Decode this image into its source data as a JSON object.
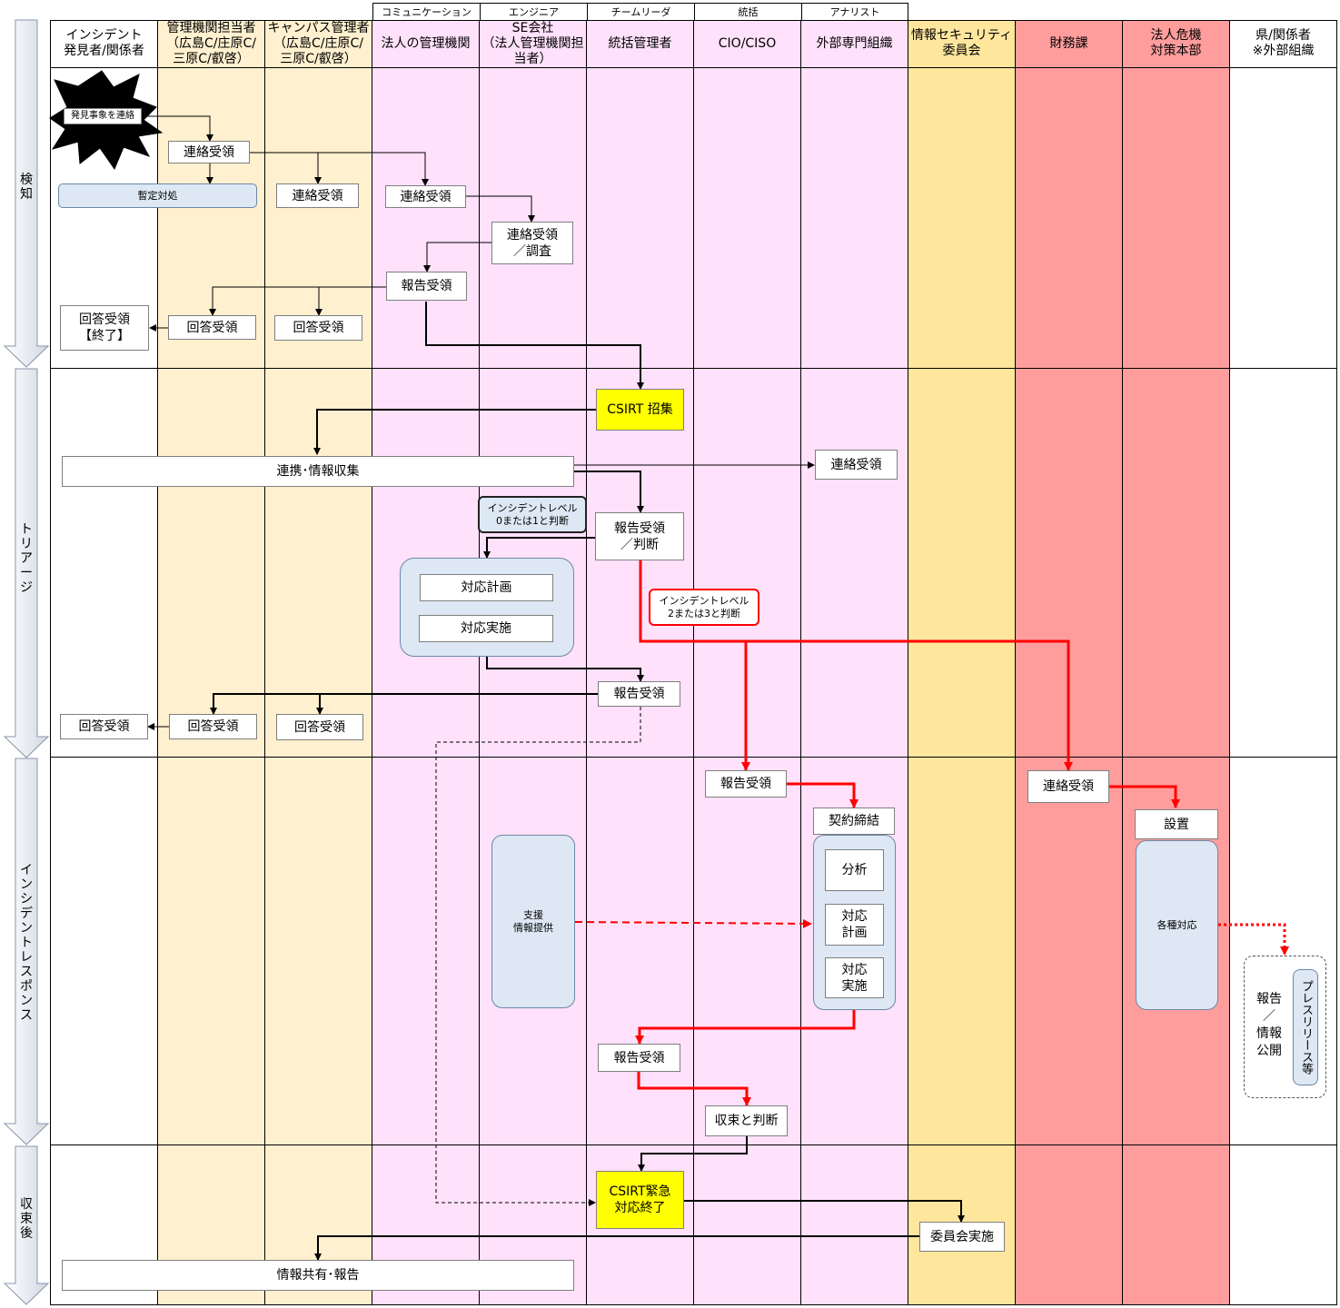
{
  "colors": {
    "pink": "#ffe1fb",
    "orange": "#fff0cf",
    "gold": "#ffe69d",
    "red": "#ff9d9d",
    "white": "#ffffff",
    "arrow_red": "#ff0000",
    "yellow": "#ffff00",
    "box_blue": "#dde8f4"
  },
  "phases": [
    "検\n知",
    "ト\nリ\nア\nー\nジ",
    "イ\nン\nシ\nデ\nン\nト\nレ\nス\nポ\nン\nス",
    "収\n束\n後"
  ],
  "roles": [
    "コミュニケーション",
    "エンジニア",
    "チームリーダ",
    "統括",
    "アナリスト"
  ],
  "lanes": [
    "インシデント\n発見者/関係者",
    "管理機関担当者\n（広島C/庄原C/\n三原C/叡啓）",
    "キャンパス管理者\n（広島C/庄原C/\n三原C/叡啓）",
    "法人の管理機関",
    "SE会社\n（法人管理機関担\n当者）",
    "統括管理者",
    "CIO/CISO",
    "外部専門組織",
    "情報セキュリティ\n委員会",
    "財務課",
    "法人危機\n対策本部",
    "県/関係者\n※外部組織"
  ],
  "boxes": {
    "discover": "発見事象を連絡",
    "d_recv1": "連絡受領",
    "d_temp": "暫定対処",
    "d_recv2": "連絡受領",
    "d_recv3": "連絡受領",
    "d_investigate": "連絡受領\n／調査",
    "d_report": "報告受領",
    "d_ans_end": "回答受領\n【終了】",
    "d_ans1": "回答受領",
    "d_ans2": "回答受領",
    "t_csirt": "CSIRT 招集",
    "t_collab": "連携･情報収集",
    "t_ext_recv": "連絡受領",
    "t_level01": "インシデントレベル\n0または1と判断",
    "t_judge": "報告受領\n／判断",
    "t_plan": "対応計画",
    "t_exec": "対応実施",
    "t_level23": "インシデントレベル\n2または3と判断",
    "t_report": "報告受領",
    "t_ans0": "回答受領",
    "t_ans1": "回答受領",
    "t_ans2": "回答受領",
    "r_report": "報告受領",
    "r_contract": "契約締結",
    "r_analysis": "分析",
    "r_plan": "対応\n計画",
    "r_exec": "対応\n実施",
    "r_support": "支援\n情報提供",
    "r_recv": "連絡受領",
    "r_setup": "設置",
    "r_various": "各種対応",
    "r_pub": "報告\n／\n情報\n公開",
    "r_press": "プレスリリース等",
    "r_report2": "報告受領",
    "r_converge": "収束と判断",
    "p_end": "CSIRT緊急\n対応終了",
    "p_committee": "委員会実施",
    "p_share": "情報共有･報告"
  }
}
